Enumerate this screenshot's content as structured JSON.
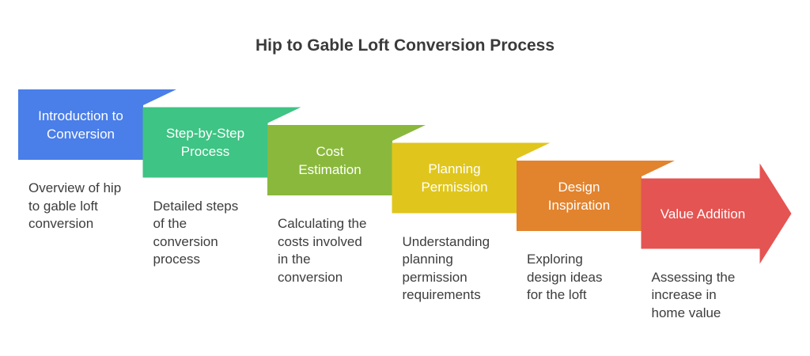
{
  "title": "Hip to Gable Loft Conversion Process",
  "steps": [
    {
      "label_lines": [
        "Introduction to",
        "Conversion"
      ],
      "desc_lines": [
        "Overview of hip",
        "to gable loft",
        "conversion"
      ],
      "color": "#4a7ee8",
      "fold_color": "#3d6dd0"
    },
    {
      "label_lines": [
        "Step-by-Step",
        "Process"
      ],
      "desc_lines": [
        "Detailed steps",
        "of the",
        "conversion",
        "process"
      ],
      "color": "#3ec484",
      "fold_color": "#32ad72"
    },
    {
      "label_lines": [
        "Cost",
        "Estimation"
      ],
      "desc_lines": [
        "Calculating the",
        "costs involved",
        "in the",
        "conversion"
      ],
      "color": "#8ab83c",
      "fold_color": "#78a230"
    },
    {
      "label_lines": [
        "Planning",
        "Permission"
      ],
      "desc_lines": [
        "Understanding",
        "planning",
        "permission",
        "requirements"
      ],
      "color": "#e0c61c",
      "fold_color": "#c9b014"
    },
    {
      "label_lines": [
        "Design",
        "Inspiration"
      ],
      "desc_lines": [
        "Exploring",
        "design ideas",
        "for the loft"
      ],
      "color": "#e2832e",
      "fold_color": "#cc7224"
    },
    {
      "label_lines": [
        "Value Addition"
      ],
      "desc_lines": [
        "Assessing the",
        "increase in",
        "home value"
      ],
      "color": "#e45452",
      "fold_color": "#cc4442"
    }
  ]
}
